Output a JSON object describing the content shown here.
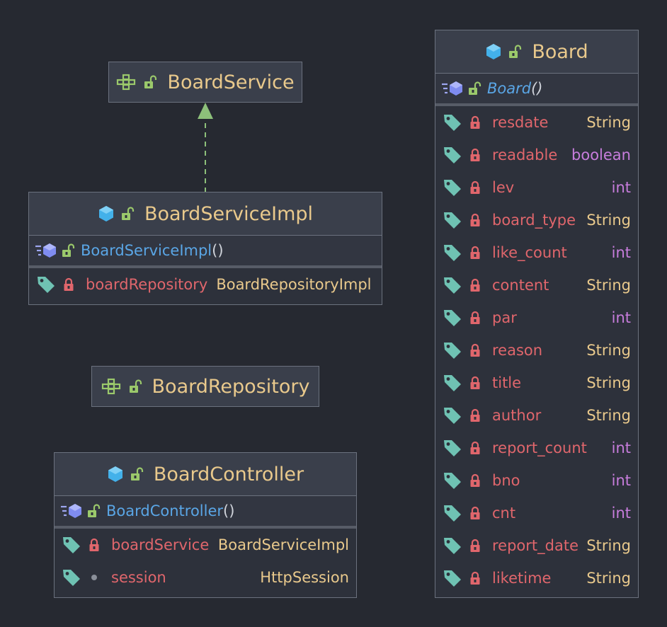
{
  "colors": {
    "background": "#262931",
    "class_title": "#e9c98c",
    "constructor": "#5aa6e6",
    "field_name": "#e0666c",
    "type_string": "#e9c98c",
    "type_primitive": "#c77ddc",
    "arrow": "#8dc07a",
    "class_icon": "#43b1ea",
    "interface_icon": "#9bc96b",
    "tag_icon": "#6fc2b3",
    "lock_closed": "#e0666c",
    "lock_open": "#9bc96b"
  },
  "board_service": {
    "title": "BoardService",
    "icons": [
      "interface-icon",
      "open-lock-icon"
    ]
  },
  "board_service_impl": {
    "title": "BoardServiceImpl",
    "constructor": "BoardServiceImpl",
    "paren": "()",
    "fields": [
      {
        "name": "boardRepository",
        "type": "BoardRepositoryImpl"
      }
    ]
  },
  "board_repository": {
    "title": "BoardRepository",
    "icons": [
      "interface-icon",
      "open-lock-icon"
    ]
  },
  "board_controller": {
    "title": "BoardController",
    "constructor": "BoardController",
    "paren": "()",
    "fields": [
      {
        "name": "boardService",
        "type": "BoardServiceImpl",
        "access": "private"
      },
      {
        "name": "session",
        "type": "HttpSession",
        "access": "package"
      }
    ]
  },
  "board": {
    "title": "Board",
    "constructor": "Board",
    "paren": "()",
    "fields": [
      {
        "name": "resdate",
        "type": "String"
      },
      {
        "name": "readable",
        "type": "boolean"
      },
      {
        "name": "lev",
        "type": "int"
      },
      {
        "name": "board_type",
        "type": "String"
      },
      {
        "name": "like_count",
        "type": "int"
      },
      {
        "name": "content",
        "type": "String"
      },
      {
        "name": "par",
        "type": "int"
      },
      {
        "name": "reason",
        "type": "String"
      },
      {
        "name": "title",
        "type": "String"
      },
      {
        "name": "author",
        "type": "String"
      },
      {
        "name": "report_count",
        "type": "int"
      },
      {
        "name": "bno",
        "type": "int"
      },
      {
        "name": "cnt",
        "type": "int"
      },
      {
        "name": "report_date",
        "type": "String"
      },
      {
        "name": "liketime",
        "type": "String"
      }
    ]
  }
}
